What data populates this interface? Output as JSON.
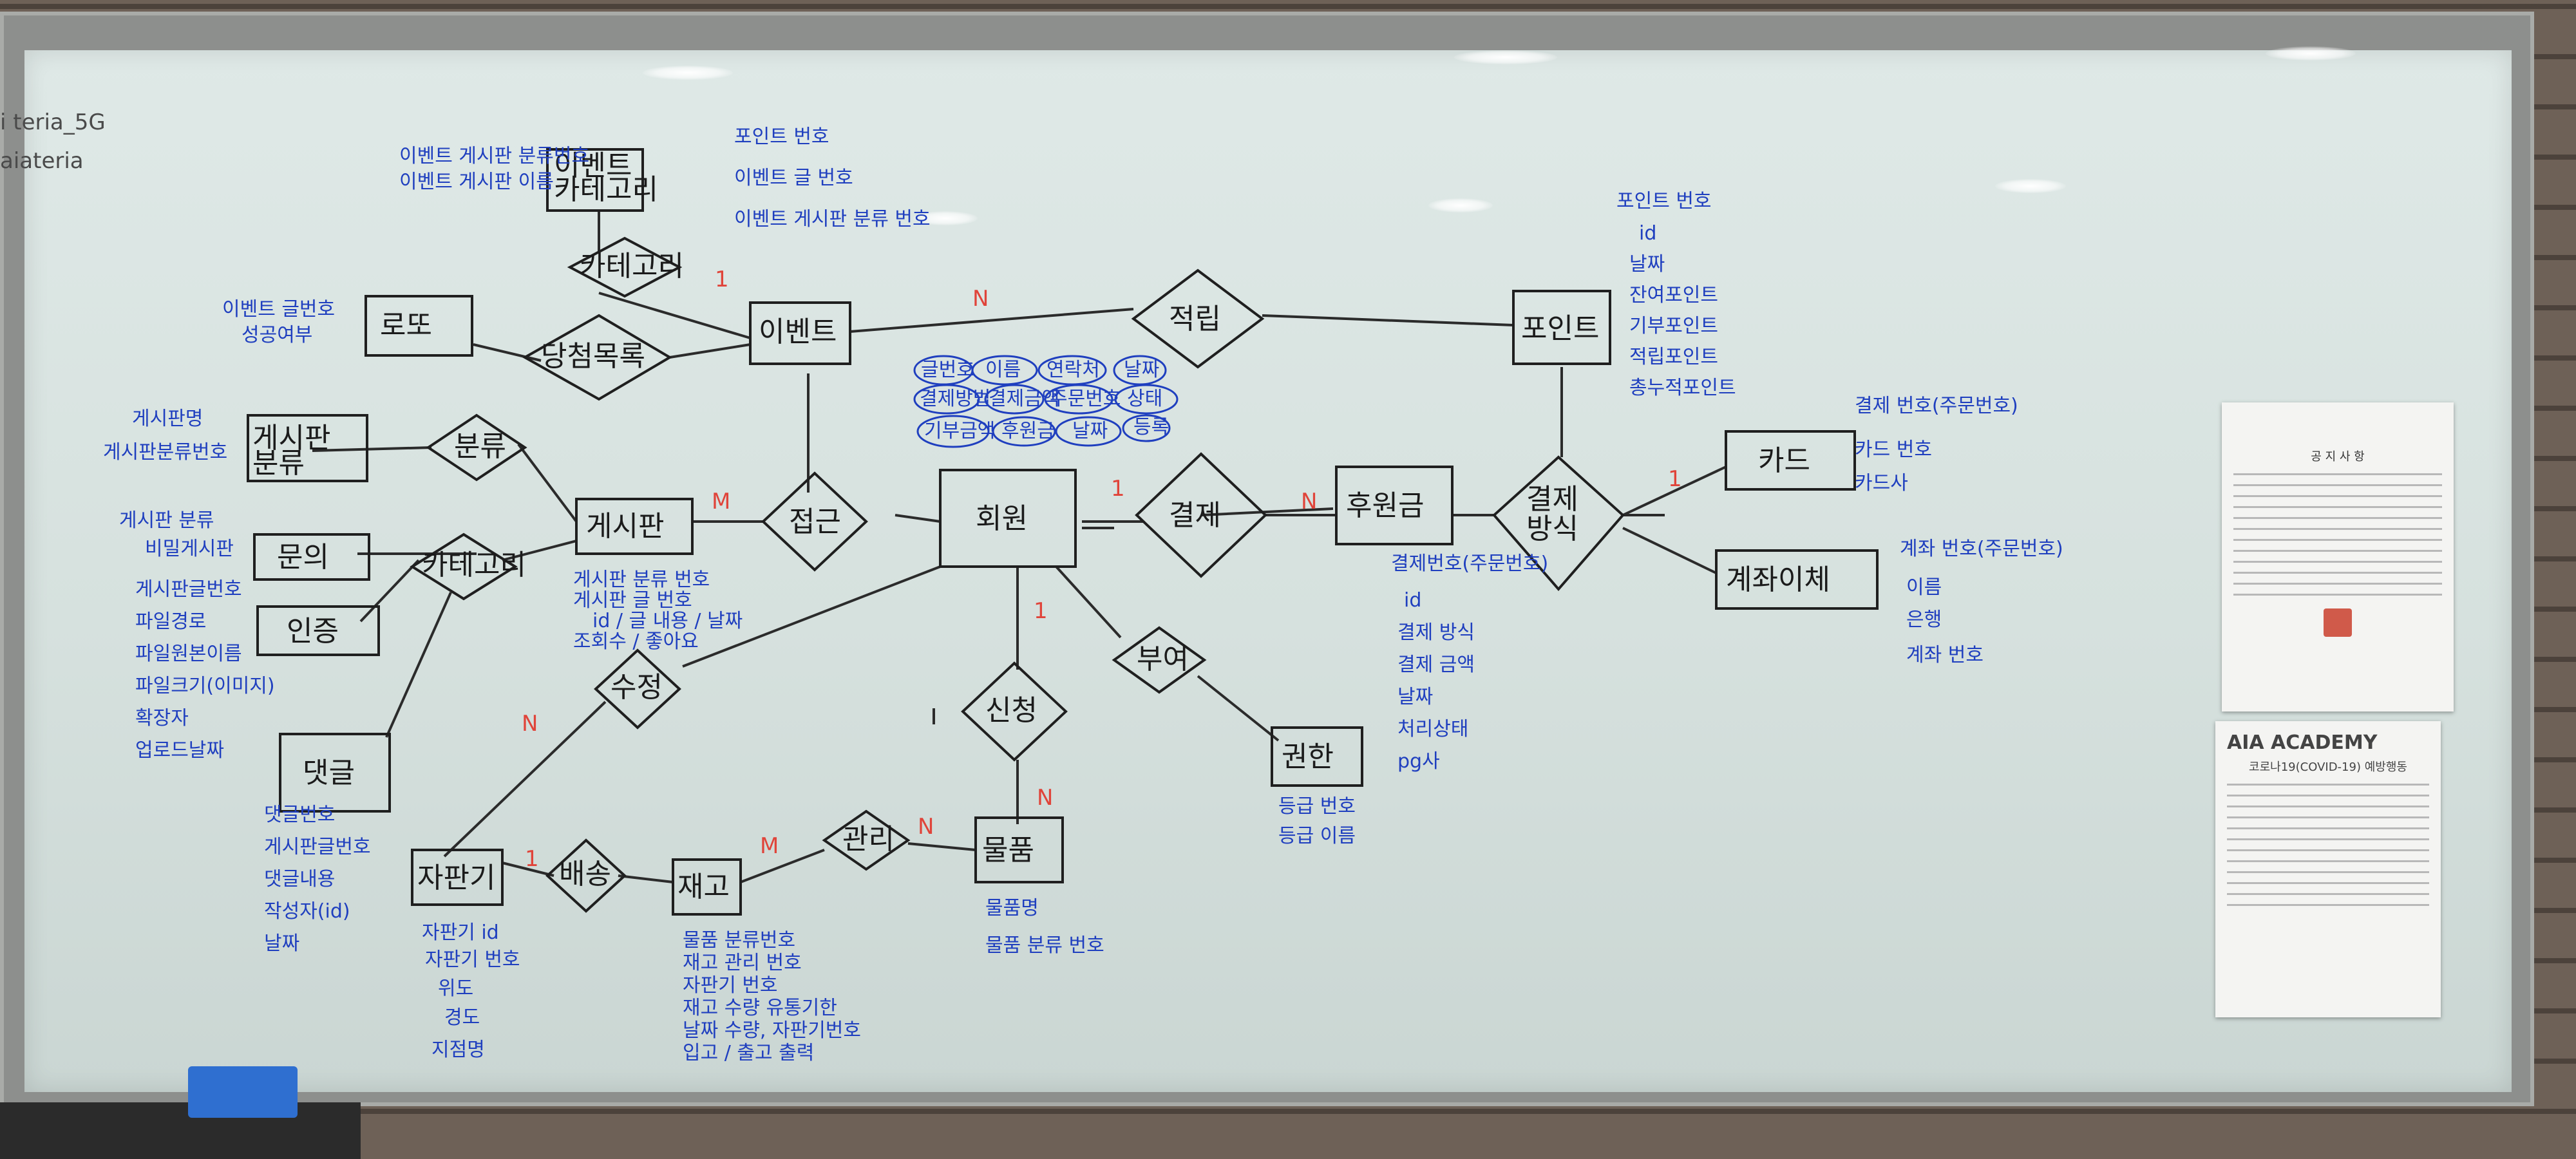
{
  "board": {
    "corner_notes": [
      "i teria_5G",
      "aiateria"
    ],
    "entities": [
      {
        "id": "event_category",
        "label": "이벤트\n카테고리"
      },
      {
        "id": "event",
        "label": "이벤트"
      },
      {
        "id": "lotto",
        "label": "로또"
      },
      {
        "id": "point",
        "label": "포인트"
      },
      {
        "id": "board_category",
        "label": "게시판\n분류"
      },
      {
        "id": "board",
        "label": "게시판"
      },
      {
        "id": "inquiry",
        "label": "문의"
      },
      {
        "id": "auth",
        "label": "인증"
      },
      {
        "id": "comment",
        "label": "댓글"
      },
      {
        "id": "member",
        "label": "회원"
      },
      {
        "id": "donation",
        "label": "후원금"
      },
      {
        "id": "card",
        "label": "카드"
      },
      {
        "id": "transfer",
        "label": "계좌이체"
      },
      {
        "id": "permission",
        "label": "권한"
      },
      {
        "id": "vending",
        "label": "자판기"
      },
      {
        "id": "stock",
        "label": "재고"
      },
      {
        "id": "item",
        "label": "물품"
      }
    ],
    "relationships": [
      {
        "id": "r_category",
        "label": "카테고리"
      },
      {
        "id": "r_win",
        "label": "당첨목록"
      },
      {
        "id": "r_accumulate",
        "label": "적립"
      },
      {
        "id": "r_classify",
        "label": "분류"
      },
      {
        "id": "r_category2",
        "label": "카테고리"
      },
      {
        "id": "r_access",
        "label": "접근"
      },
      {
        "id": "r_pay",
        "label": "결제"
      },
      {
        "id": "r_paymethod",
        "label": "결제\n방식"
      },
      {
        "id": "r_edit",
        "label": "수정"
      },
      {
        "id": "r_apply",
        "label": "신청"
      },
      {
        "id": "r_role",
        "label": "부여"
      },
      {
        "id": "r_delivery",
        "label": "배송"
      },
      {
        "id": "r_manage",
        "label": "관리"
      }
    ],
    "attributes": {
      "event_category": [
        "이벤트 게시판 분류번호",
        "이벤트 게시판 이름"
      ],
      "event": [
        "포인트 번호",
        "이벤트 글 번호",
        "이벤트 게시판 분류 번호"
      ],
      "lotto": [
        "이벤트 글번호",
        "성공여부"
      ],
      "point": [
        "포인트 번호",
        "id",
        "날짜",
        "잔여포인트",
        "기부포인트",
        "적립포인트",
        "총누적포인트"
      ],
      "board_category": [
        "게시판명",
        "게시판분류번호"
      ],
      "inquiry": [
        "게시판 분류",
        "비밀게시판"
      ],
      "auth": [
        "게시판글번호",
        "파일경로",
        "파일원본이름",
        "파일크기(이미지)",
        "확장자",
        "업로드날짜"
      ],
      "board": [
        "게시판 분류 번호",
        "게시판 글 번호",
        "id / 글 내용 / 날짜",
        "조회수 / 좋아요"
      ],
      "comment": [
        "댓글번호",
        "게시판글번호",
        "댓글내용",
        "작성자(id)",
        "날짜"
      ],
      "donation": [
        "결제번호(주문번호)",
        "id",
        "결제 방식",
        "결제 금액",
        "날짜",
        "처리상태",
        "pg사"
      ],
      "card": [
        "결제 번호(주문번호)",
        "카드 번호",
        "카드사"
      ],
      "transfer": [
        "계좌 번호(주문번호)",
        "이름",
        "은행",
        "계좌 번호"
      ],
      "permission": [
        "등급 번호",
        "등급 이름"
      ],
      "vending": [
        "자판기 id",
        "자판기 번호",
        "위도",
        "경도",
        "지점명"
      ],
      "stock": [
        "물품 분류번호",
        "재고 관리 번호",
        "자판기 번호",
        "재고 수량 유통기한",
        "날짜 수량, 자판기번호",
        "입고 / 출고 출력"
      ],
      "item": [
        "물품명",
        "물품 분류 번호"
      ]
    },
    "cardinality": [
      "1",
      "N",
      "M",
      "1",
      "N",
      "1",
      "N",
      "1",
      "N",
      "1",
      "M",
      "N"
    ],
    "bubble_notes": [
      "글번호",
      "이름",
      "연락처",
      "날짜",
      "결제방법",
      "결제금액",
      "주문번호",
      "상태",
      "기부금액",
      "후원금",
      "날짜",
      "등록"
    ]
  },
  "papers": {
    "notice": {
      "title": "공 지 사 항"
    },
    "aia": {
      "logo": "AIA ACADEMY",
      "subtitle": "코로나19(COVID-19) 예방행동"
    }
  },
  "colors": {
    "board": "#dfe9e7",
    "marker_blue": "#1f3fbf",
    "marker_black": "#1f1f1f",
    "marker_red": "#e0443a"
  }
}
